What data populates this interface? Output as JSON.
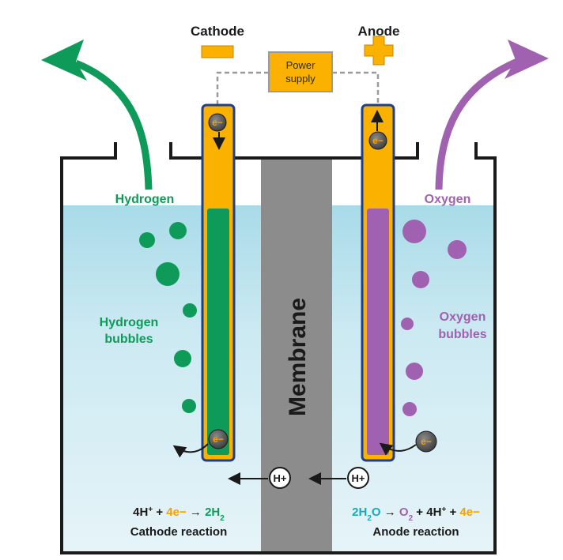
{
  "labels": {
    "cathode": "Cathode",
    "anode": "Anode",
    "power_line1": "Power",
    "power_line2": "supply",
    "hydrogen": "Hydrogen",
    "oxygen": "Oxygen",
    "hydrogen_bubbles_1": "Hydrogen",
    "hydrogen_bubbles_2": "bubbles",
    "oxygen_bubbles_1": "Oxygen",
    "oxygen_bubbles_2": "bubbles",
    "membrane": "Membrane",
    "proton": "H+",
    "electron": "e−",
    "cathode_reaction": "Cathode reaction",
    "anode_reaction": "Anode reaction"
  },
  "equations": {
    "cathode": {
      "reactant_h": "4H",
      "reactant_h_sup": "+",
      "plus": " + ",
      "electrons": "4e−",
      "arrow": " → ",
      "product": "2H",
      "product_sub": "2"
    },
    "anode": {
      "reactant": "2H",
      "reactant_sub": "2",
      "reactant_o": "O",
      "arrow": " → ",
      "product_o": "O",
      "product_o_sub": "2",
      "plus1": " + ",
      "protons": "4H",
      "protons_sup": "+",
      "plus2": " + ",
      "electrons": "4e−"
    }
  },
  "colors": {
    "hydrogen_green": "#0e9b5a",
    "oxygen_purple": "#a062b0",
    "electrode_orange": "#fbb100",
    "electrode_outline": "#1f3f8a",
    "membrane_grey": "#8c8c8c",
    "water_top": "#a8dbe8",
    "water_bottom": "#e4f3f8",
    "anode_teal": "#1aa7b8"
  }
}
